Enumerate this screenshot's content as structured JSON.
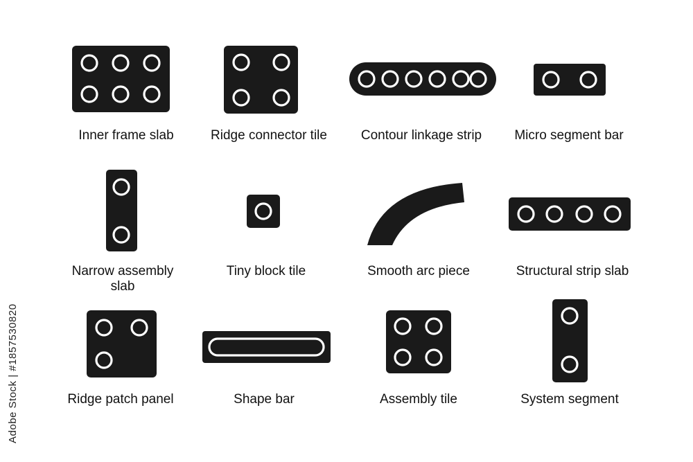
{
  "colors": {
    "piece": "#1a1a1a",
    "hole_ring": "#ffffff",
    "background": "#ffffff"
  },
  "labels": {
    "inner_frame_slab": "Inner frame slab",
    "ridge_connector_tile": "Ridge connector tile",
    "contour_linkage_strip": "Contour linkage strip",
    "micro_segment_bar": "Micro segment bar",
    "narrow_assembly_slab": "Narrow assembly slab",
    "tiny_block_tile": "Tiny block tile",
    "smooth_arc_piece": "Smooth arc piece",
    "structural_strip_slab": "Structural strip slab",
    "ridge_patch_panel": "Ridge patch panel",
    "shape_bar": "Shape bar",
    "assembly_tile": "Assembly tile",
    "system_segment": "System segment"
  },
  "stock_id": "Adobe Stock | #1857530820"
}
